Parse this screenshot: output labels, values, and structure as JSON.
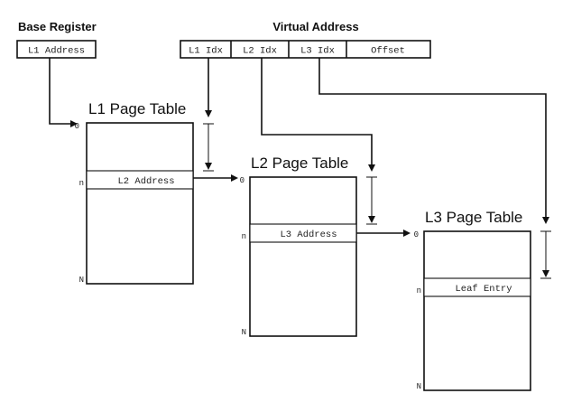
{
  "base_register": {
    "label": "Base Register",
    "field": "L1 Address"
  },
  "virtual_address": {
    "label": "Virtual Address",
    "fields": [
      "L1 Idx",
      "L2 Idx",
      "L3 Idx",
      "Offset"
    ]
  },
  "tables": [
    {
      "title": "L1 Page Table",
      "entry": "L2 Address",
      "top": "0",
      "mid": "n",
      "bottom": "N"
    },
    {
      "title": "L2 Page Table",
      "entry": "L3 Address",
      "top": "0",
      "mid": "n",
      "bottom": "N"
    },
    {
      "title": "L3 Page Table",
      "entry": "Leaf Entry",
      "top": "0",
      "mid": "n",
      "bottom": "N"
    }
  ]
}
